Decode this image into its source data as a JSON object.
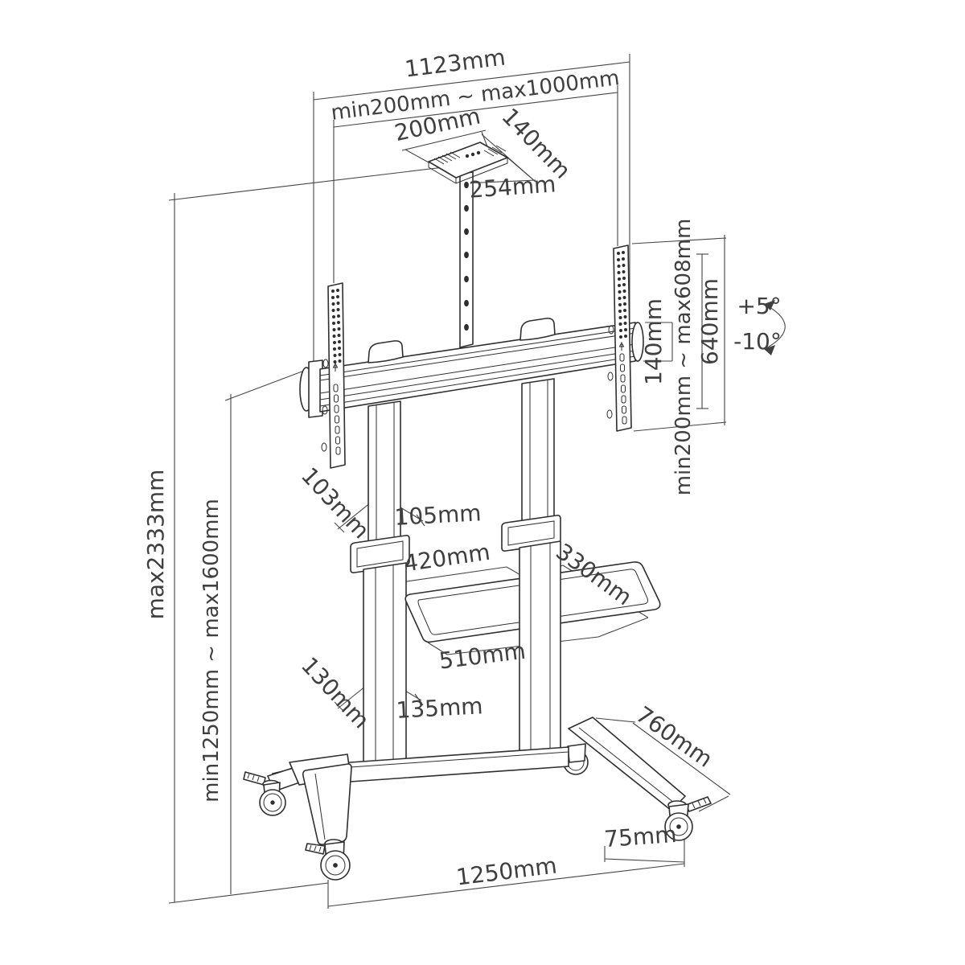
{
  "figure": {
    "background": "#ffffff",
    "part_line_color": "#2f2f2f",
    "dimension_line_color": "#454545",
    "text_color": "#3f3f3f",
    "description": "Dimensional line drawing of a mobile TV floor stand with casters"
  },
  "dims": {
    "overall_width": "1123mm",
    "mount_width_range": "min200mm ~ max1000mm",
    "tray_width": "200mm",
    "tray_depth": "140mm",
    "tray_pole_length": "254mm",
    "vesa_height_range": "min200mm ~ max608mm",
    "bracket_height": "640mm",
    "crossbar_height": "140mm",
    "tilt_up": "+5°",
    "tilt_down": "-10°",
    "overall_height_max": "max2333mm",
    "height_adjust_range": "min1250mm ~ max1600mm",
    "upper_column_depth": "103mm",
    "upper_column_width": "105mm",
    "shelf_inner_width": "420mm",
    "shelf_depth": "330mm",
    "shelf_outer_width": "510mm",
    "lower_column_depth": "130mm",
    "lower_column_width": "135mm",
    "base_leg_depth": "760mm",
    "caster_diameter": "75mm",
    "base_width": "1250mm"
  }
}
